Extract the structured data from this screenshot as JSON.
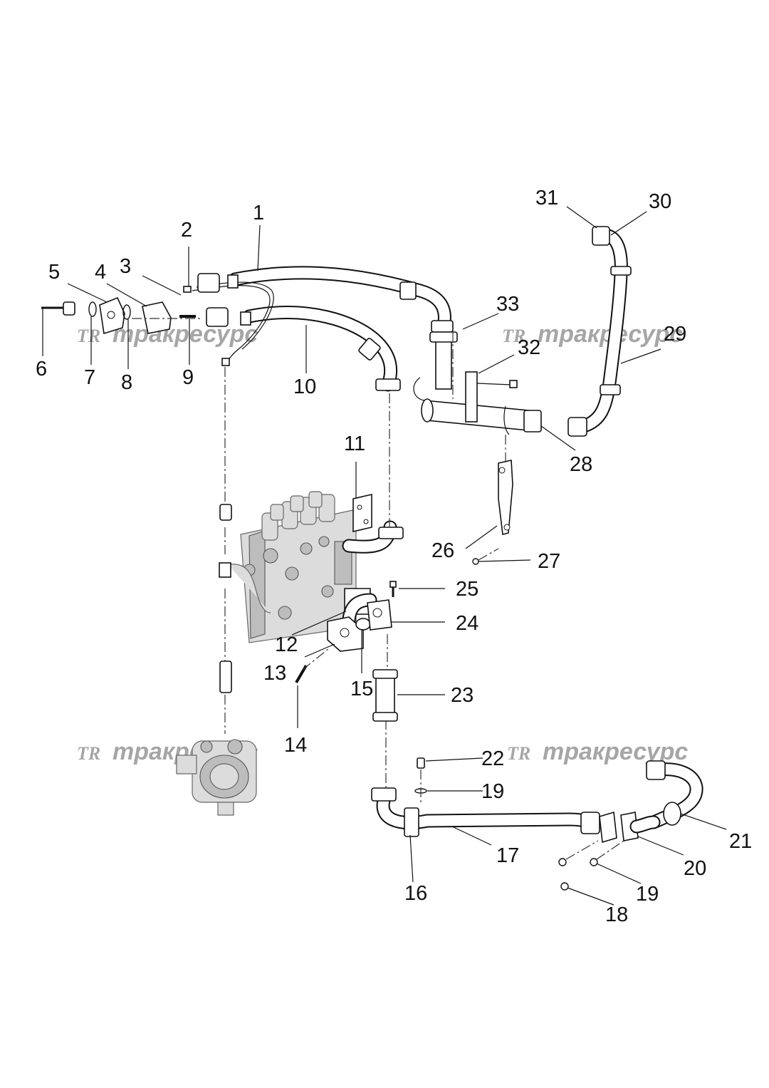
{
  "watermark": {
    "logo": "TR",
    "text": "тракресурс"
  },
  "callouts": [
    "1",
    "2",
    "3",
    "4",
    "5",
    "6",
    "7",
    "8",
    "9",
    "10",
    "11",
    "12",
    "13",
    "14",
    "15",
    "16",
    "17",
    "18",
    "19",
    "19",
    "20",
    "21",
    "22",
    "23",
    "24",
    "25",
    "26",
    "27",
    "28",
    "29",
    "30",
    "31",
    "32",
    "33"
  ]
}
